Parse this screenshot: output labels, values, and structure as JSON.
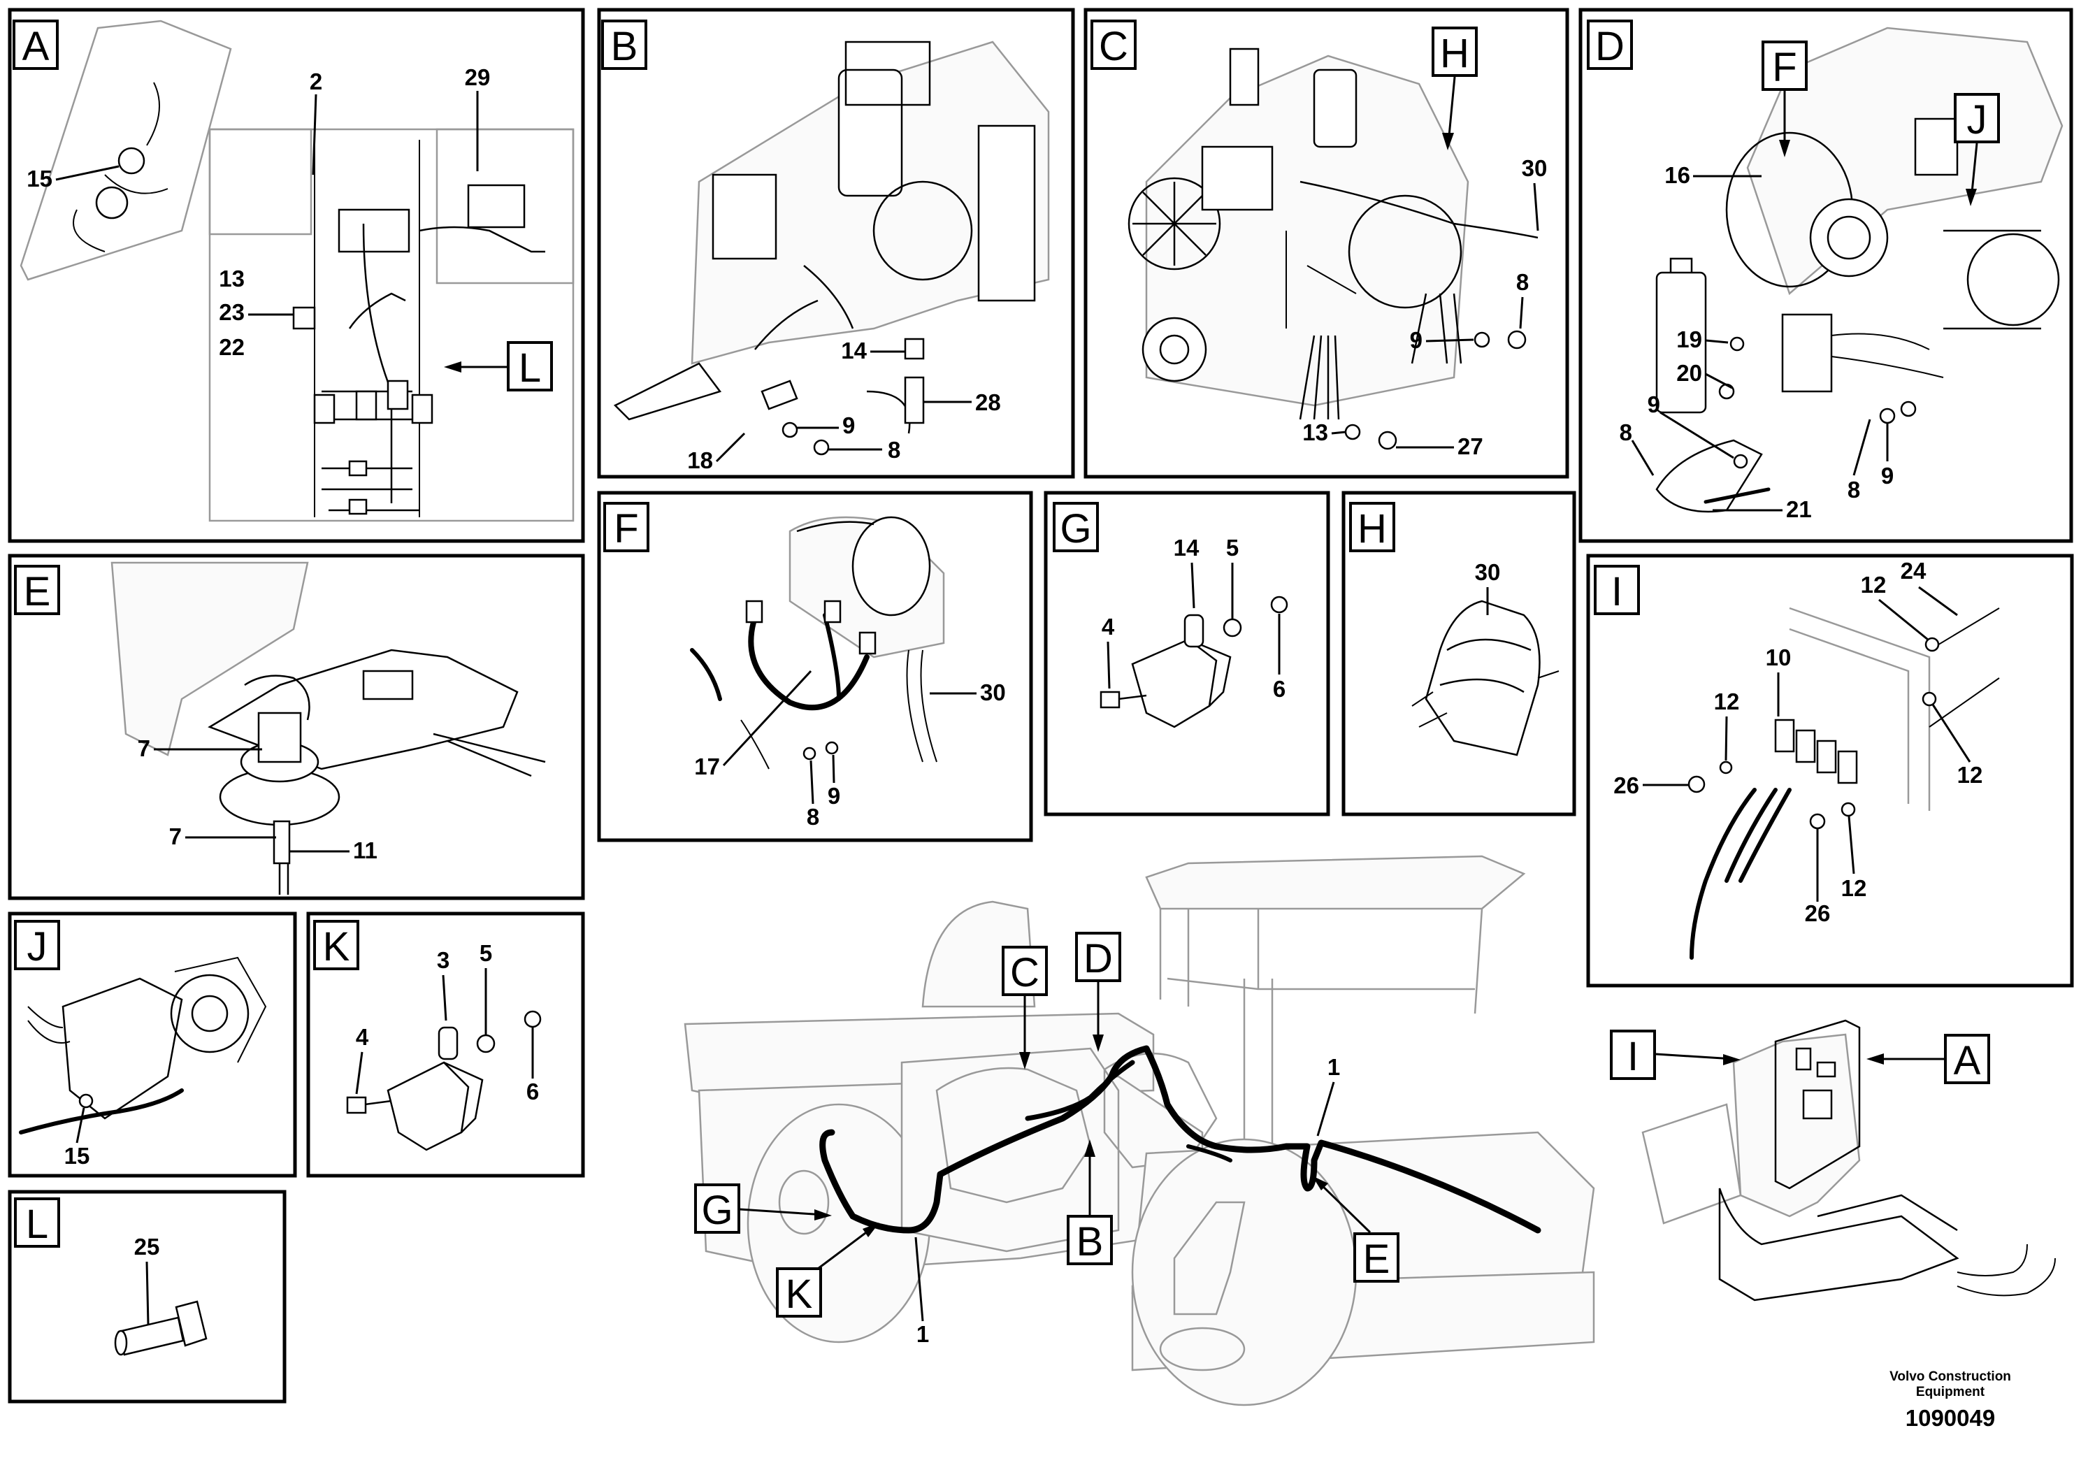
{
  "panels": {
    "A": {
      "letter": "A",
      "parts": [
        "15",
        "2",
        "29",
        "13",
        "23",
        "22"
      ],
      "callout": "L"
    },
    "B": {
      "letter": "B",
      "parts": [
        "14",
        "28",
        "9",
        "18",
        "8"
      ]
    },
    "C": {
      "letter": "C",
      "parts": [
        "30",
        "8",
        "9",
        "13",
        "27"
      ],
      "callout": "H"
    },
    "D": {
      "letter": "D",
      "parts": [
        "16",
        "19",
        "20",
        "9",
        "8",
        "21",
        "8",
        "9"
      ],
      "callouts": [
        "F",
        "J"
      ]
    },
    "E": {
      "letter": "E",
      "parts": [
        "7",
        "7",
        "11"
      ]
    },
    "F": {
      "letter": "F",
      "parts": [
        "30",
        "17",
        "8",
        "9"
      ]
    },
    "G": {
      "letter": "G",
      "parts": [
        "14",
        "5",
        "4",
        "6"
      ]
    },
    "H": {
      "letter": "H",
      "parts": [
        "30"
      ]
    },
    "I": {
      "letter": "I",
      "parts": [
        "12",
        "24",
        "10",
        "12",
        "26",
        "12",
        "26",
        "12"
      ]
    },
    "J": {
      "letter": "J",
      "parts": [
        "15"
      ]
    },
    "K": {
      "letter": "K",
      "parts": [
        "3",
        "5",
        "4",
        "6"
      ]
    },
    "L": {
      "letter": "L",
      "parts": [
        "25"
      ]
    }
  },
  "overview": {
    "callouts": [
      "C",
      "D",
      "G",
      "B",
      "E",
      "K"
    ],
    "parts": [
      "1",
      "1"
    ],
    "cab_callouts": [
      "I",
      "A"
    ]
  },
  "footer": {
    "company": "Volvo Construction",
    "company_line2": "Equipment",
    "drawing_number": "1090049"
  }
}
